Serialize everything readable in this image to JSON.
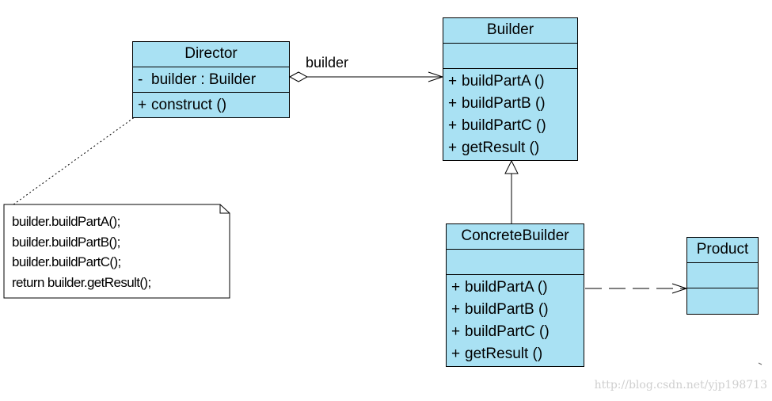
{
  "classes": {
    "director": {
      "name": "Director",
      "attributes": [
        {
          "visibility": "-",
          "text": "builder  : Builder"
        }
      ],
      "operations": [
        {
          "visibility": "+",
          "text": "construct ()"
        }
      ]
    },
    "builder": {
      "name": "Builder",
      "attributes": [],
      "operations": [
        {
          "visibility": "+",
          "text": "buildPartA ()"
        },
        {
          "visibility": "+",
          "text": "buildPartB ()"
        },
        {
          "visibility": "+",
          "text": "buildPartC ()"
        },
        {
          "visibility": "+",
          "text": "getResult ()"
        }
      ]
    },
    "concrete_builder": {
      "name": "ConcreteBuilder",
      "attributes": [],
      "operations": [
        {
          "visibility": "+",
          "text": "buildPartA ()"
        },
        {
          "visibility": "+",
          "text": "buildPartB ()"
        },
        {
          "visibility": "+",
          "text": "buildPartC ()"
        },
        {
          "visibility": "+",
          "text": "getResult ()"
        }
      ]
    },
    "product": {
      "name": "Product",
      "attributes": [],
      "operations": []
    }
  },
  "relationships": {
    "aggregation": {
      "from": "Director",
      "to": "Builder",
      "label": "builder"
    },
    "generalization": {
      "from": "ConcreteBuilder",
      "to": "Builder"
    },
    "dependency": {
      "from": "ConcreteBuilder",
      "to": "Product"
    }
  },
  "note": {
    "lines": [
      "builder.buildPartA();",
      "builder.buildPartB();",
      "builder.buildPartC();",
      "return builder.getResult();"
    ]
  },
  "watermark": "http://blog.csdn.net/yjp198713",
  "colors": {
    "class_fill": "#a9e1f3",
    "stroke": "#000000",
    "note_fill": "#ffffff",
    "watermark": "#cfcfcf"
  }
}
